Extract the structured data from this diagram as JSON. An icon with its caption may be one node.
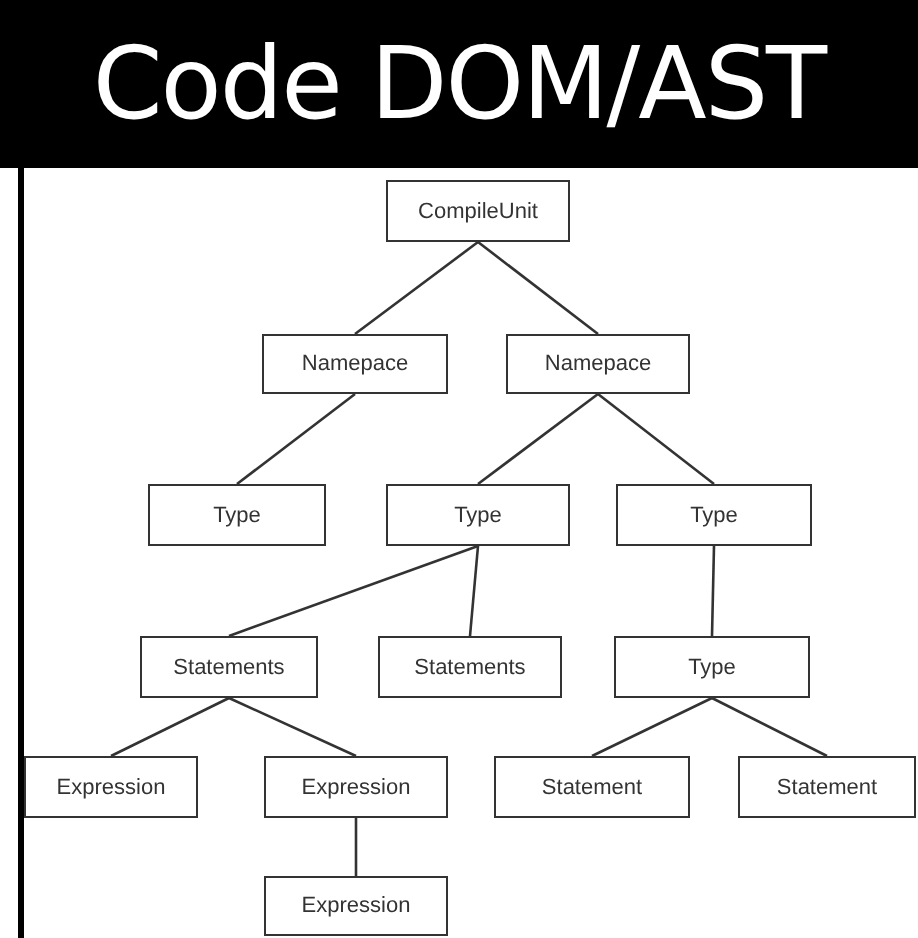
{
  "diagram": {
    "title": "Code DOM/AST",
    "nodes": [
      {
        "text": [
          "CompileUnit"
        ]
      },
      {
        "text": [
          "Namepace"
        ]
      },
      {
        "text": [
          "Namepace"
        ]
      },
      {
        "text": [
          "Type"
        ]
      },
      {
        "text": [
          "Type"
        ]
      },
      {
        "text": [
          "Type"
        ]
      },
      {
        "text": [
          "Statements"
        ]
      },
      {
        "text": [
          "Statements"
        ]
      },
      {
        "text": [
          "Type"
        ]
      },
      {
        "text": [
          "Expression"
        ]
      },
      {
        "text": [
          "Expression"
        ]
      },
      {
        "text": [
          "Statement"
        ]
      },
      {
        "text": [
          "Statement"
        ]
      },
      {
        "text": [
          "Expression"
        ]
      }
    ],
    "edges": [
      {
        "from": 0,
        "to": 1,
        "arrow": "none"
      },
      {
        "from": 0,
        "to": 2,
        "arrow": "none"
      },
      {
        "from": 1,
        "to": 3,
        "arrow": "none"
      },
      {
        "from": 2,
        "to": 4,
        "arrow": "none"
      },
      {
        "from": 2,
        "to": 5,
        "arrow": "none"
      },
      {
        "from": 4,
        "to": 6,
        "arrow": "none"
      },
      {
        "from": 4,
        "to": 7,
        "arrow": "none"
      },
      {
        "from": 5,
        "to": 8,
        "arrow": "none"
      },
      {
        "from": 6,
        "to": 9,
        "arrow": "none"
      },
      {
        "from": 6,
        "to": 10,
        "arrow": "none"
      },
      {
        "from": 8,
        "to": 11,
        "arrow": "none"
      },
      {
        "from": 8,
        "to": 12,
        "arrow": "none"
      },
      {
        "from": 10,
        "to": 13,
        "arrow": "none"
      }
    ]
  }
}
